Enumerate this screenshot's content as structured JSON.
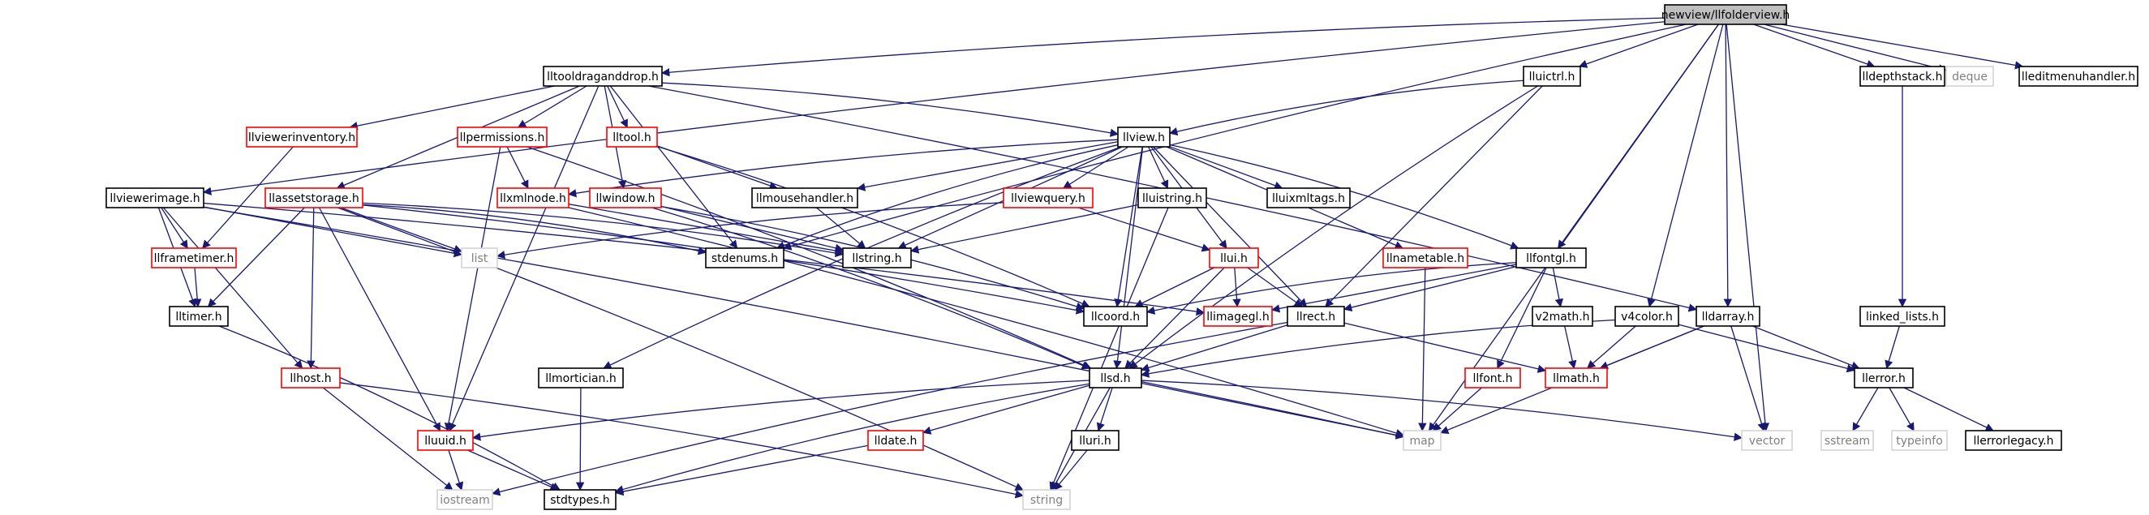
{
  "colors": {
    "edge": "#191970",
    "black_border": "#000000",
    "red_border": "#ff0000",
    "grey_border": "#d3d3d3",
    "root_fill": "#bfbfbf",
    "text": "#000000",
    "grey_text": "#808080"
  },
  "nodes": [
    {
      "id": "root",
      "label": "newview/llfolderview.h",
      "style": "root"
    },
    {
      "id": "lltooldraganddrop",
      "label": "lltooldraganddrop.h",
      "style": "black"
    },
    {
      "id": "lluictrl",
      "label": "lluictrl.h",
      "style": "black"
    },
    {
      "id": "lldepthstack",
      "label": "lldepthstack.h",
      "style": "black"
    },
    {
      "id": "deque",
      "label": "deque",
      "style": "grey"
    },
    {
      "id": "lleditmenuhandler",
      "label": "lleditmenuhandler.h",
      "style": "black"
    },
    {
      "id": "llviewerinventory",
      "label": "llviewerinventory.h",
      "style": "red"
    },
    {
      "id": "llpermissions",
      "label": "llpermissions.h",
      "style": "red"
    },
    {
      "id": "lltool",
      "label": "lltool.h",
      "style": "red"
    },
    {
      "id": "llview",
      "label": "llview.h",
      "style": "black"
    },
    {
      "id": "llviewerimage",
      "label": "llviewerimage.h",
      "style": "black"
    },
    {
      "id": "llassetstorage",
      "label": "llassetstorage.h",
      "style": "red"
    },
    {
      "id": "llxmlnode",
      "label": "llxmlnode.h",
      "style": "red"
    },
    {
      "id": "llwindow",
      "label": "llwindow.h",
      "style": "red"
    },
    {
      "id": "llmousehandler",
      "label": "llmousehandler.h",
      "style": "black"
    },
    {
      "id": "llviewquery",
      "label": "llviewquery.h",
      "style": "red"
    },
    {
      "id": "lluistring",
      "label": "lluistring.h",
      "style": "black"
    },
    {
      "id": "lluixmltags",
      "label": "lluixmltags.h",
      "style": "black"
    },
    {
      "id": "linked_lists",
      "label": "linked_lists.h",
      "style": "black"
    },
    {
      "id": "llframetimer",
      "label": "llframetimer.h",
      "style": "red"
    },
    {
      "id": "list",
      "label": "list",
      "style": "grey"
    },
    {
      "id": "stdenums",
      "label": "stdenums.h",
      "style": "black"
    },
    {
      "id": "llstring",
      "label": "llstring.h",
      "style": "black"
    },
    {
      "id": "llui",
      "label": "llui.h",
      "style": "red"
    },
    {
      "id": "llnametable",
      "label": "llnametable.h",
      "style": "red"
    },
    {
      "id": "llfontgl",
      "label": "llfontgl.h",
      "style": "black"
    },
    {
      "id": "lltimer",
      "label": "lltimer.h",
      "style": "black"
    },
    {
      "id": "llcoord",
      "label": "llcoord.h",
      "style": "black"
    },
    {
      "id": "llimagegl",
      "label": "llimagegl.h",
      "style": "red"
    },
    {
      "id": "llrect",
      "label": "llrect.h",
      "style": "black"
    },
    {
      "id": "v2math",
      "label": "v2math.h",
      "style": "black"
    },
    {
      "id": "v4color",
      "label": "v4color.h",
      "style": "black"
    },
    {
      "id": "lldarray",
      "label": "lldarray.h",
      "style": "black"
    },
    {
      "id": "llhost",
      "label": "llhost.h",
      "style": "red"
    },
    {
      "id": "llmortician",
      "label": "llmortician.h",
      "style": "black"
    },
    {
      "id": "llsd",
      "label": "llsd.h",
      "style": "black"
    },
    {
      "id": "llfont",
      "label": "llfont.h",
      "style": "red"
    },
    {
      "id": "llmath",
      "label": "llmath.h",
      "style": "red"
    },
    {
      "id": "llerror",
      "label": "llerror.h",
      "style": "black"
    },
    {
      "id": "lluuid",
      "label": "lluuid.h",
      "style": "red"
    },
    {
      "id": "lldate",
      "label": "lldate.h",
      "style": "red"
    },
    {
      "id": "lluri",
      "label": "lluri.h",
      "style": "black"
    },
    {
      "id": "map",
      "label": "map",
      "style": "grey"
    },
    {
      "id": "vector",
      "label": "vector",
      "style": "grey"
    },
    {
      "id": "sstream",
      "label": "sstream",
      "style": "grey"
    },
    {
      "id": "typeinfo",
      "label": "typeinfo",
      "style": "grey"
    },
    {
      "id": "llerrorlegacy",
      "label": "llerrorlegacy.h",
      "style": "black"
    },
    {
      "id": "iostream",
      "label": "iostream",
      "style": "grey"
    },
    {
      "id": "stdtypes",
      "label": "stdtypes.h",
      "style": "black"
    },
    {
      "id": "string",
      "label": "string",
      "style": "grey"
    }
  ],
  "edges": [
    [
      "root",
      "lltooldraganddrop"
    ],
    [
      "root",
      "lluictrl"
    ],
    [
      "root",
      "lldepthstack"
    ],
    [
      "root",
      "deque"
    ],
    [
      "root",
      "lleditmenuhandler"
    ],
    [
      "root",
      "llviewerimage"
    ],
    [
      "root",
      "stdenums"
    ],
    [
      "root",
      "llfontgl"
    ],
    [
      "root",
      "v4color"
    ],
    [
      "root",
      "lldarray"
    ],
    [
      "root",
      "map"
    ],
    [
      "root",
      "vector"
    ],
    [
      "lltooldraganddrop",
      "llviewerinventory"
    ],
    [
      "lltooldraganddrop",
      "llpermissions"
    ],
    [
      "lltooldraganddrop",
      "lltool"
    ],
    [
      "lltooldraganddrop",
      "llview"
    ],
    [
      "lltooldraganddrop",
      "llassetstorage"
    ],
    [
      "lltooldraganddrop",
      "llwindow"
    ],
    [
      "lltooldraganddrop",
      "stdenums"
    ],
    [
      "lltooldraganddrop",
      "lluuid"
    ],
    [
      "lltooldraganddrop",
      "lldarray"
    ],
    [
      "lluictrl",
      "llview"
    ],
    [
      "lluictrl",
      "llrect"
    ],
    [
      "lluictrl",
      "llsd"
    ],
    [
      "lldepthstack",
      "linked_lists"
    ],
    [
      "linked_lists",
      "llerror"
    ],
    [
      "llviewerinventory",
      "llframetimer"
    ],
    [
      "llpermissions",
      "llxmlnode"
    ],
    [
      "llpermissions",
      "lluuid"
    ],
    [
      "llpermissions",
      "llsd"
    ],
    [
      "lltool",
      "llmousehandler"
    ],
    [
      "lltool",
      "llcoord"
    ],
    [
      "llview",
      "llxmlnode"
    ],
    [
      "llview",
      "llmousehandler"
    ],
    [
      "llview",
      "llviewquery"
    ],
    [
      "llview",
      "lluistring"
    ],
    [
      "llview",
      "lluixmltags"
    ],
    [
      "llview",
      "stdenums"
    ],
    [
      "llview",
      "llstring"
    ],
    [
      "llview",
      "llui"
    ],
    [
      "llview",
      "llnametable"
    ],
    [
      "llview",
      "llfontgl"
    ],
    [
      "llview",
      "llcoord"
    ],
    [
      "llview",
      "llrect"
    ],
    [
      "llview",
      "llsd"
    ],
    [
      "llview",
      "llmortician"
    ],
    [
      "llviewerimage",
      "llframetimer"
    ],
    [
      "llviewerimage",
      "lltimer"
    ],
    [
      "llviewerimage",
      "list"
    ],
    [
      "llviewerimage",
      "llhost"
    ],
    [
      "llviewerimage",
      "llimagegl"
    ],
    [
      "llviewerimage",
      "map"
    ],
    [
      "llassetstorage",
      "stdenums"
    ],
    [
      "llassetstorage",
      "llstring"
    ],
    [
      "llassetstorage",
      "list"
    ],
    [
      "llassetstorage",
      "lltimer"
    ],
    [
      "llassetstorage",
      "llhost"
    ],
    [
      "llassetstorage",
      "lluuid"
    ],
    [
      "llassetstorage",
      "string"
    ],
    [
      "llassetstorage",
      "llcoord"
    ],
    [
      "llxmlnode",
      "llstring"
    ],
    [
      "llxmlnode",
      "map"
    ],
    [
      "llwindow",
      "llstring"
    ],
    [
      "llwindow",
      "llcoord"
    ],
    [
      "llwindow",
      "llsd"
    ],
    [
      "llmousehandler",
      "llstring"
    ],
    [
      "llviewquery",
      "list"
    ],
    [
      "llviewquery",
      "llui"
    ],
    [
      "lluistring",
      "llstring"
    ],
    [
      "lluistring",
      "string"
    ],
    [
      "llframetimer",
      "lltimer"
    ],
    [
      "llui",
      "llcoord"
    ],
    [
      "llui",
      "llimagegl"
    ],
    [
      "llui",
      "llrect"
    ],
    [
      "llui",
      "llsd"
    ],
    [
      "llnametable",
      "map"
    ],
    [
      "llfontgl",
      "llcoord"
    ],
    [
      "llfontgl",
      "llimagegl"
    ],
    [
      "llfontgl",
      "llrect"
    ],
    [
      "llfontgl",
      "v2math"
    ],
    [
      "llfontgl",
      "llfont"
    ],
    [
      "lltimer",
      "stdtypes"
    ],
    [
      "llrect",
      "llsd"
    ],
    [
      "llrect",
      "llmath"
    ],
    [
      "llrect",
      "iostream"
    ],
    [
      "v2math",
      "llmath"
    ],
    [
      "v4color",
      "llmath"
    ],
    [
      "v4color",
      "llerror"
    ],
    [
      "v4color",
      "llsd"
    ],
    [
      "lldarray",
      "llmath"
    ],
    [
      "lldarray",
      "llerror"
    ],
    [
      "lldarray",
      "vector"
    ],
    [
      "lldarray",
      "map"
    ],
    [
      "llhost",
      "iostream"
    ],
    [
      "llhost",
      "string"
    ],
    [
      "llmortician",
      "stdtypes"
    ],
    [
      "llsd",
      "lluuid"
    ],
    [
      "llsd",
      "lldate"
    ],
    [
      "llsd",
      "lluri"
    ],
    [
      "llsd",
      "map"
    ],
    [
      "llsd",
      "string"
    ],
    [
      "llsd",
      "vector"
    ],
    [
      "llsd",
      "stdtypes"
    ],
    [
      "llfont",
      "map"
    ],
    [
      "llerror",
      "sstream"
    ],
    [
      "llerror",
      "typeinfo"
    ],
    [
      "llerror",
      "llerrorlegacy"
    ],
    [
      "lluuid",
      "iostream"
    ],
    [
      "lluuid",
      "stdtypes"
    ],
    [
      "lldate",
      "stdtypes"
    ],
    [
      "lluri",
      "string"
    ]
  ]
}
